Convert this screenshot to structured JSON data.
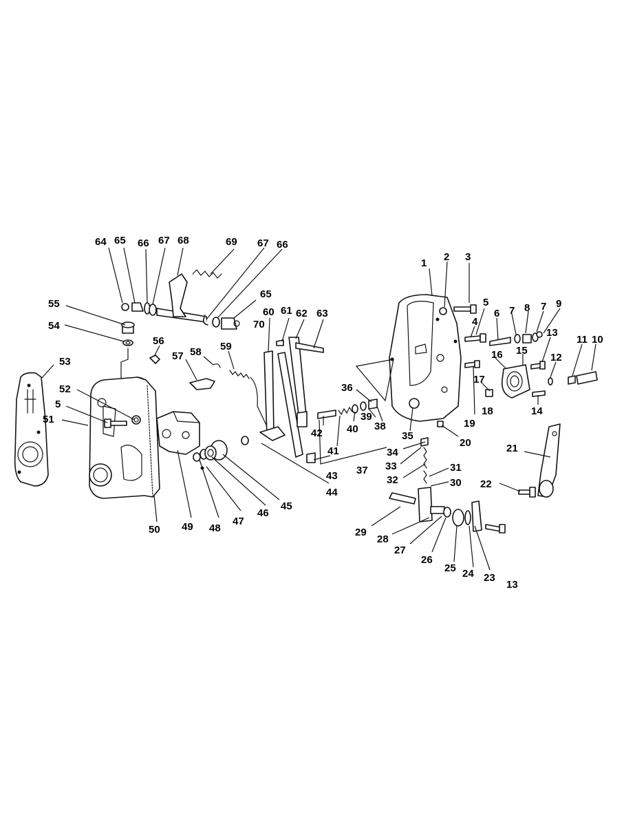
{
  "callouts": [
    "1",
    "2",
    "3",
    "4",
    "5",
    "6",
    "7",
    "8",
    "7",
    "9",
    "10",
    "11",
    "12",
    "13",
    "14",
    "15",
    "16",
    "17",
    "18",
    "19",
    "20",
    "21",
    "22",
    "23",
    "24",
    "25",
    "26",
    "27",
    "28",
    "29",
    "30",
    "31",
    "32",
    "33",
    "34",
    "35",
    "36",
    "37",
    "38",
    "39",
    "40",
    "41",
    "42",
    "43",
    "44",
    "45",
    "46",
    "47",
    "48",
    "49",
    "50",
    "51",
    "52",
    "53",
    "5",
    "55",
    "54",
    "56",
    "57",
    "58",
    "59",
    "60",
    "61",
    "62",
    "63",
    "64",
    "65",
    "66",
    "67",
    "68",
    "69",
    "67",
    "66",
    "65",
    "70",
    "13"
  ]
}
